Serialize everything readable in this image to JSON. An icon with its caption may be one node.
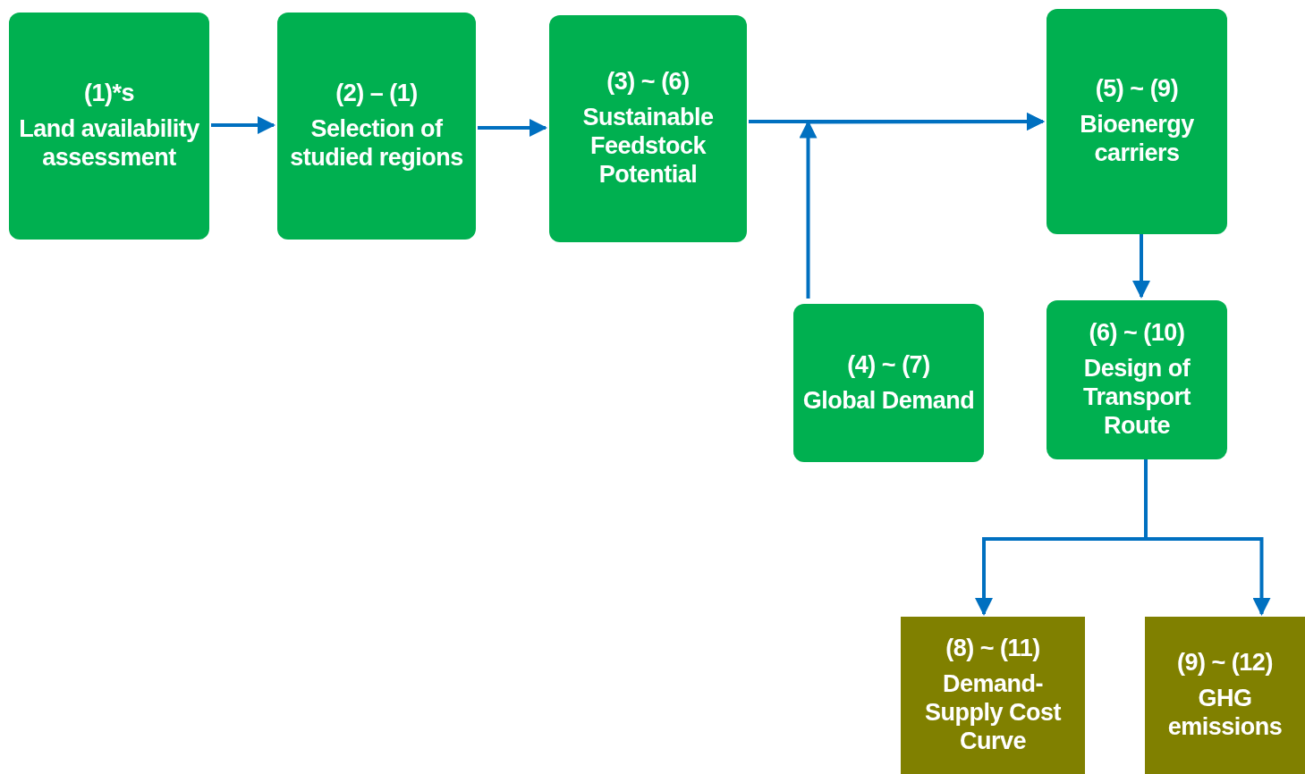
{
  "diagram": {
    "nodes": [
      {
        "text": [
          "(1)*s",
          "Land availability assessment"
        ]
      },
      {
        "text": [
          "(2) – (1)",
          "Selection of studied regions"
        ]
      },
      {
        "text": [
          "(3) ~ (6)",
          "Sustainable Feedstock Potential"
        ]
      },
      {
        "text": [
          "(5) ~ (9)",
          "Bioenergy carriers"
        ]
      },
      {
        "text": [
          "(4) ~ (7)",
          "Global Demand"
        ]
      },
      {
        "text": [
          "(6) ~ (10)",
          "Design of Transport Route"
        ]
      },
      {
        "text": [
          "(8) ~ (11)",
          "Demand-Supply Cost Curve"
        ]
      },
      {
        "text": [
          "(9) ~ (12)",
          "GHG emissions"
        ]
      }
    ],
    "edges": [
      {
        "from": 0,
        "to": 1,
        "arrow": "to"
      },
      {
        "from": 1,
        "to": 2,
        "arrow": "to"
      },
      {
        "from": 2,
        "to": 3,
        "arrow": "to"
      },
      {
        "from": 4,
        "to": 3,
        "arrow": "to"
      },
      {
        "from": 3,
        "to": 5,
        "arrow": "to"
      },
      {
        "from": 5,
        "to": 6,
        "arrow": "to"
      },
      {
        "from": 5,
        "to": 7,
        "arrow": "to"
      }
    ]
  }
}
